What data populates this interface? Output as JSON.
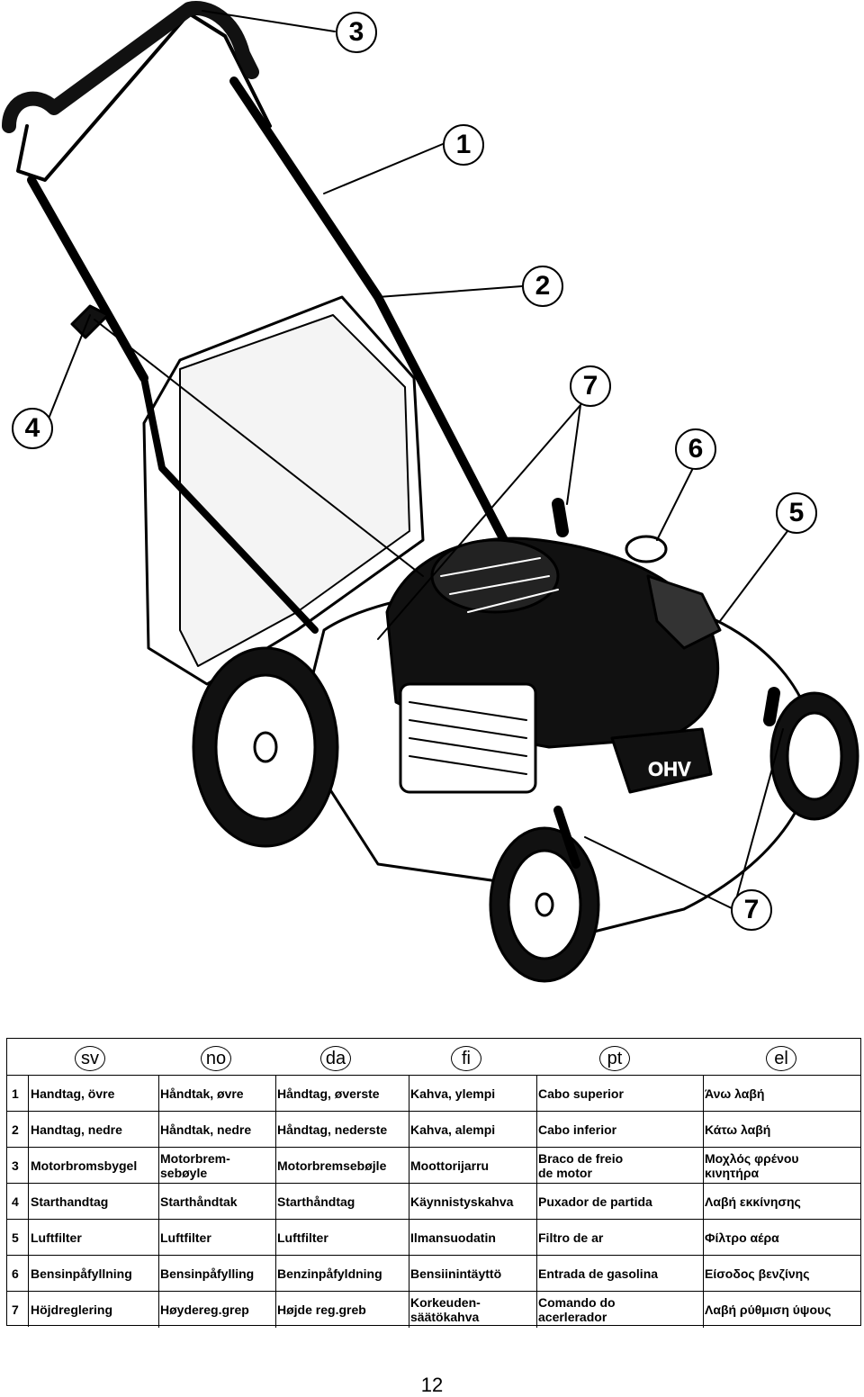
{
  "callouts": [
    "3",
    "1",
    "2",
    "4",
    "7",
    "6",
    "5",
    "7"
  ],
  "engine_label": "OHV",
  "languages": [
    "sv",
    "no",
    "da",
    "fi",
    "pt",
    "el"
  ],
  "rows": [
    {
      "num": "1",
      "cells": [
        "Handtag, övre",
        "Håndtak, øvre",
        "Håndtag, øverste",
        "Kahva, ylempi",
        "Cabo superior",
        "Άνω λαβή"
      ]
    },
    {
      "num": "2",
      "cells": [
        "Handtag, nedre",
        "Håndtak, nedre",
        "Håndtag, nederste",
        "Kahva, alempi",
        "Cabo inferior",
        "Κάτω λαβή"
      ]
    },
    {
      "num": "3",
      "cells": [
        "Motorbromsbygel",
        "Motorbrem-\nsebøyle",
        "Motorbremsebøjle",
        "Moottorijarru",
        "Braco de freio\nde motor",
        "Μοχλός φρένου\nκινητήρα"
      ]
    },
    {
      "num": "4",
      "cells": [
        "Starthandtag",
        "Starthåndtak",
        "Starthåndtag",
        "Käynnistyskahva",
        "Puxador de partida",
        "Λαβή εκκίνησης"
      ]
    },
    {
      "num": "5",
      "cells": [
        "Luftfilter",
        "Luftfilter",
        "Luftfilter",
        "Ilmansuodatin",
        "Filtro de ar",
        "Φίλτρο αέρα"
      ]
    },
    {
      "num": "6",
      "cells": [
        "Bensinpåfyllning",
        "Bensinpåfylling",
        "Benzinpåfyldning",
        "Bensiinintäyttö",
        "Entrada de gasolina",
        "Είσοδος βενζίνης"
      ]
    },
    {
      "num": "7",
      "cells": [
        "Höjdreglering",
        "Høydereg.grep",
        "Højde reg.greb",
        "Korkeuden-\nsäätökahva",
        "Comando do\nacerlerador",
        "Λαβή ρύθμιση ύψους"
      ]
    }
  ],
  "page_number": "12"
}
